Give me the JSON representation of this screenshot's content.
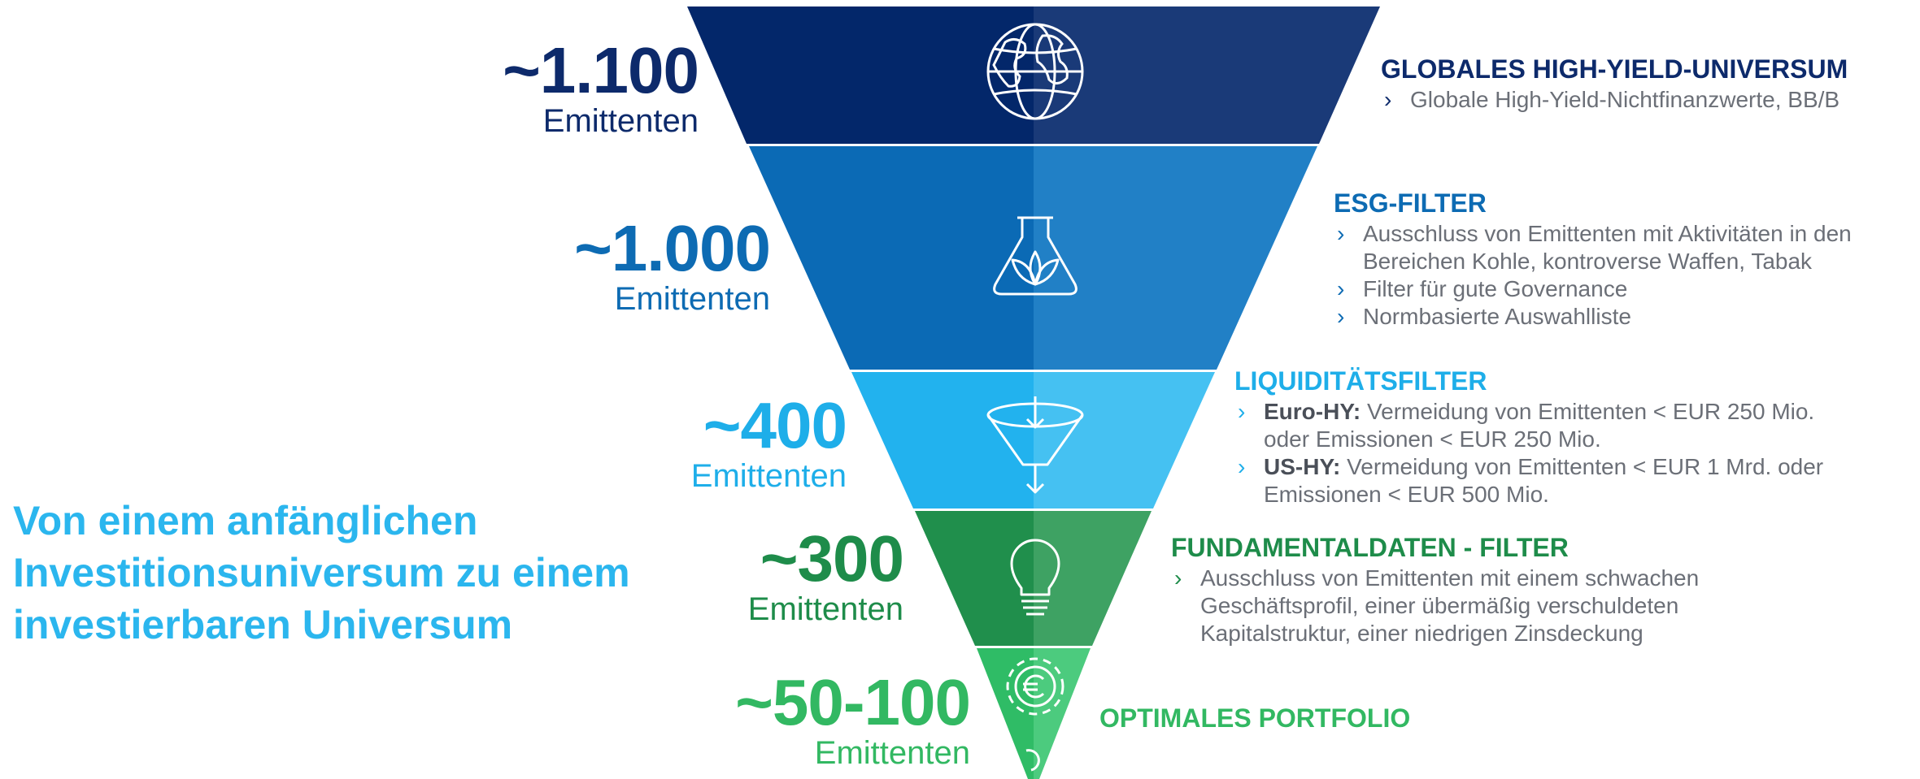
{
  "headline": {
    "line1": "Von einem anfänglichen",
    "line2": "Investitionsuniversum zu einem",
    "line3": "investierbaren Universum"
  },
  "tiers": [
    {
      "count": "~1.100",
      "unit": "Emittenten",
      "color": "#0d2a6b",
      "band_left": "#03276a",
      "band_right": "#1a3a78",
      "icon": "globe-icon",
      "heading": "GLOBALES HIGH-YIELD-UNIVERSUM",
      "bullets": [
        {
          "bold": "",
          "text": "Globale High-Yield-Nichtfinanzwerte, BB/B"
        }
      ]
    },
    {
      "count": "~1.000",
      "unit": "Emittenten",
      "color": "#0d6bb3",
      "band_left": "#0b6ab5",
      "band_right": "#2180c6",
      "icon": "flask-leaf-icon",
      "heading": "ESG-FILTER",
      "bullets": [
        {
          "bold": "",
          "text": "Ausschluss von Emittenten mit Aktivitäten in den Bereichen Kohle, kontroverse Waffen, Tabak"
        },
        {
          "bold": "",
          "text": "Filter für gute Governance"
        },
        {
          "bold": "",
          "text": "Normbasierte Auswahlliste"
        }
      ]
    },
    {
      "count": "~400",
      "unit": "Emittenten",
      "color": "#1eaee9",
      "band_left": "#22b2ee",
      "band_right": "#45c1f2",
      "icon": "funnel-icon",
      "heading": "LIQUIDITÄTSFILTER",
      "bullets": [
        {
          "bold": "Euro-HY:",
          "text": " Vermeidung von Emittenten < EUR 250 Mio. oder Emissionen < EUR 250 Mio."
        },
        {
          "bold": "US-HY:",
          "text": " Vermeidung von Emittenten < EUR 1 Mrd. oder Emissionen < EUR 500 Mio."
        }
      ]
    },
    {
      "count": "~300",
      "unit": "Emittenten",
      "color": "#1e8c4a",
      "band_left": "#208f4c",
      "band_right": "#3ea263",
      "icon": "lightbulb-icon",
      "heading": "FUNDAMENTALDATEN - FILTER",
      "bullets": [
        {
          "bold": "",
          "text": "Ausschluss von Emittenten mit einem schwachen Geschäftsprofil, einer übermäßig verschuldeten Kapitalstruktur, einer niedrigen Zinsdeckung"
        }
      ]
    },
    {
      "count": "~50-100",
      "unit": "Emittenten",
      "color": "#32b862",
      "band_left": "#2fbc66",
      "band_right": "#4ccb7e",
      "icon": "euro-gear-icon",
      "heading": "OPTIMALES PORTFOLIO",
      "bullets": []
    }
  ]
}
